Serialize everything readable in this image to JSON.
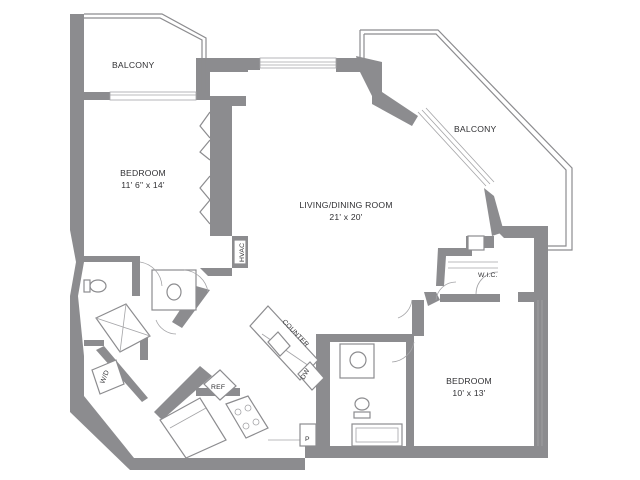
{
  "plan": {
    "rooms": [
      {
        "id": "balcony-left",
        "name": "BALCONY"
      },
      {
        "id": "balcony-right",
        "name": "BALCONY"
      },
      {
        "id": "bedroom-left",
        "name": "BEDROOM",
        "dimensions": "11' 6\" x 14'"
      },
      {
        "id": "living-dining",
        "name": "LIVING/DINING ROOM",
        "dimensions": "21' x 20'"
      },
      {
        "id": "bedroom-right",
        "name": "BEDROOM",
        "dimensions": "10' x 13'"
      }
    ],
    "fixtures": {
      "counter": "COUNTER",
      "dishwasher": "DW",
      "refrigerator": "REF",
      "washer_dryer": "W/D",
      "hvac": "HVAC",
      "walk_in_closet": "W.I.C.",
      "pantry": "P"
    }
  },
  "colors": {
    "wall": "#8c8c8f",
    "line": "#8c8c8f",
    "text": "#303033",
    "background": "#ffffff"
  }
}
